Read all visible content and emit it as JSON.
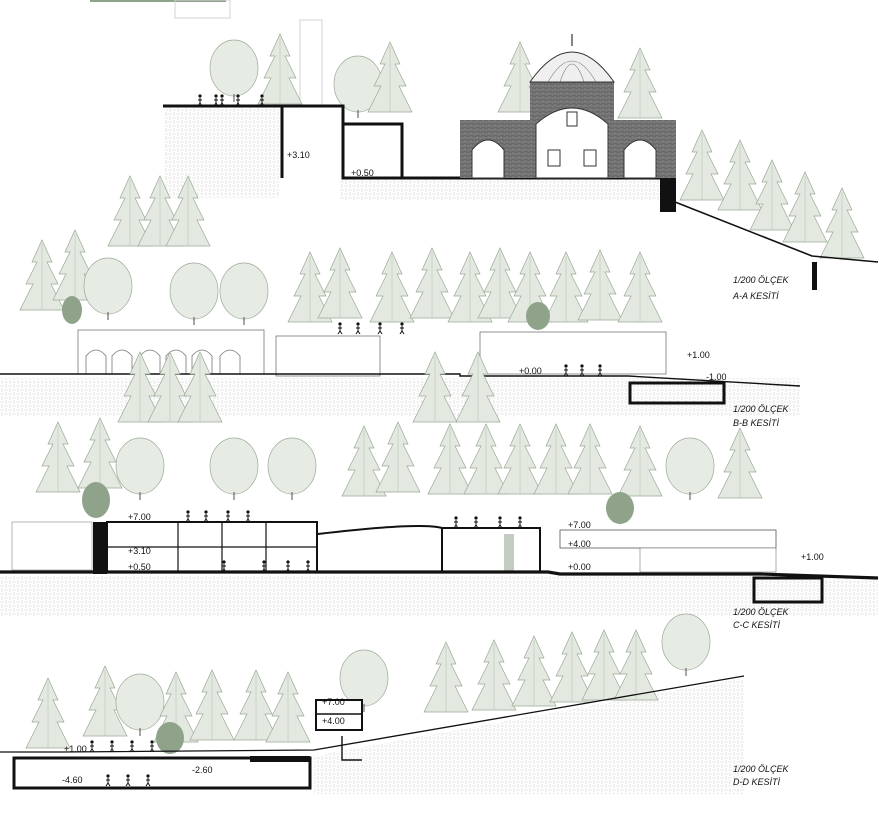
{
  "sections": [
    {
      "id": "A-A",
      "scale": "1/200 ÖLÇEK",
      "caption": "A-A KESİTİ",
      "levels": [
        "+3.10",
        "+0.50"
      ]
    },
    {
      "id": "B-B",
      "scale": "1/200 ÖLÇEK",
      "caption": "B-B KESİTİ",
      "levels": [
        "+1.00",
        "+0.00",
        "-1.00"
      ]
    },
    {
      "id": "C-C",
      "scale": "1/200 ÖLÇEK",
      "caption": "C-C KESİTİ",
      "levels": [
        "+7.00",
        "+3.10",
        "+0.50",
        "+7.00",
        "+4.00",
        "+0.00",
        "+1.00"
      ]
    },
    {
      "id": "D-D",
      "scale": "1/200 ÖLÇEK",
      "caption": "D-D KESİTİ",
      "levels": [
        "+7.00",
        "+4.00",
        "+1.00",
        "-4.60",
        "-2.60"
      ]
    }
  ],
  "colors": {
    "tree_fill": "#dfe6dc",
    "tree_stroke": "#8d9d88",
    "shrub_dark": "#8fa28a",
    "section_line": "#111111",
    "hatch": "#c9c9c9",
    "mosque_masonry": "#5a5a5a"
  }
}
